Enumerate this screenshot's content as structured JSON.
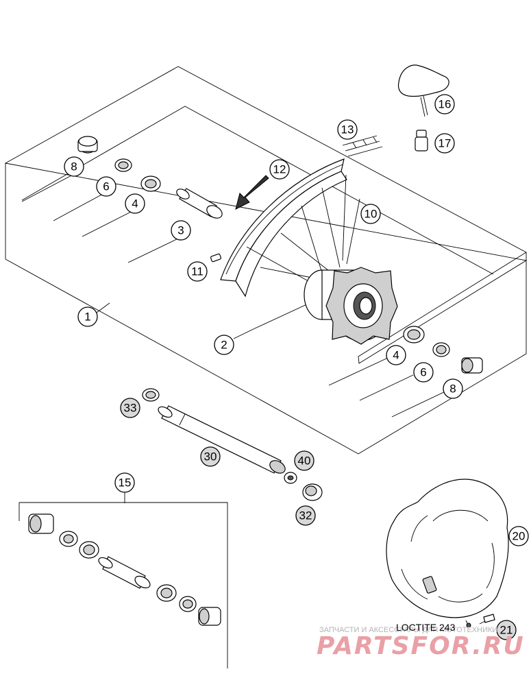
{
  "callouts": {
    "c1": "1",
    "c2": "2",
    "c3": "3",
    "c4a": "4",
    "c4b": "4",
    "c6a": "6",
    "c6b": "6",
    "c8a": "8",
    "c8b": "8",
    "c10": "10",
    "c11": "11",
    "c12": "12",
    "c13": "13",
    "c15": "15",
    "c16": "16",
    "c17": "17",
    "c20": "20",
    "c21": "21",
    "c30": "30",
    "c32": "32",
    "c33": "33",
    "c40": "40"
  },
  "note": {
    "loctite": "LOCTITE 243"
  },
  "watermark": {
    "caption": "ЗАПЧАСТИ И АКСЕССУАРЫ ДЛЯ МОТОТЕХНИКИ",
    "logo": "PARTSFOR.RU"
  },
  "colors": {
    "line": "#000000",
    "watermark_logo": "#e9a0a6",
    "watermark_caption": "#b3b3b3"
  }
}
